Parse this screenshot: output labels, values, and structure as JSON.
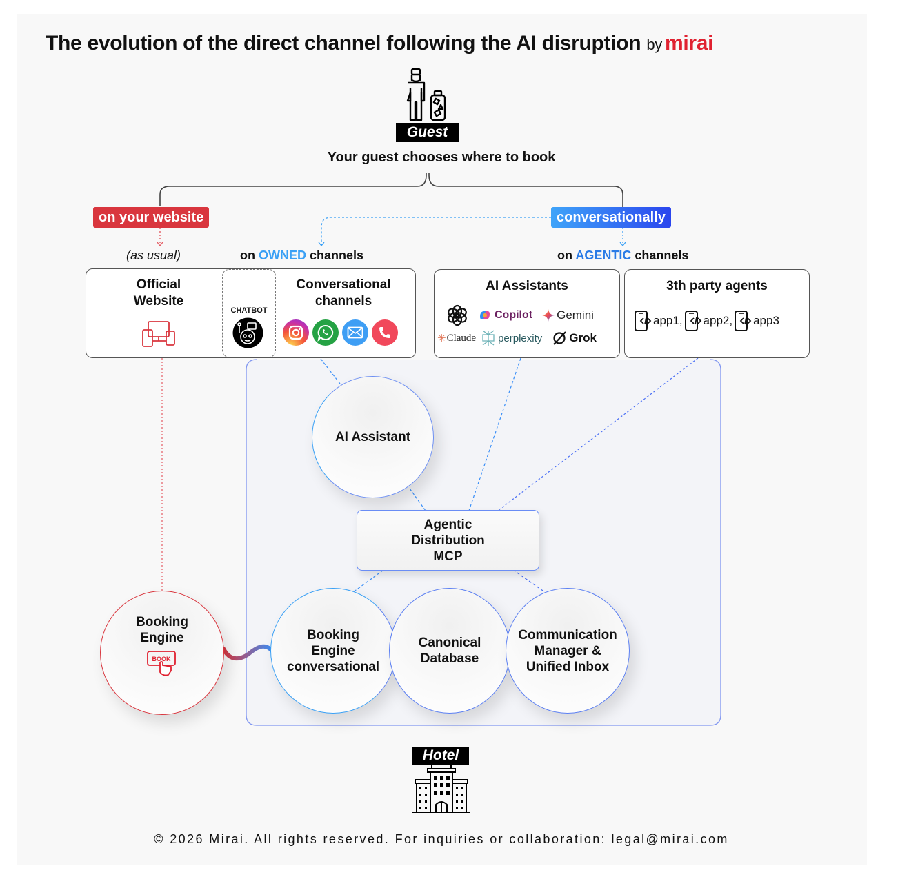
{
  "title": {
    "main": "The evolution of the direct channel following the AI disruption",
    "by": "by",
    "brand": "mirai",
    "brand_color": "#e02130"
  },
  "guest": {
    "tag": "Guest",
    "subtitle": "Your guest chooses where to book"
  },
  "branches": {
    "website_pill": "on your website",
    "website_color": "#d9363e",
    "conversational_pill": "conversationally",
    "conversational_gradient": [
      "#3fa4f9",
      "#2b46ee"
    ],
    "as_usual": "(as usual)",
    "owned_prefix": "on",
    "owned_highlight": "OWNED",
    "owned_suffix": "channels",
    "agentic_prefix": "on",
    "agentic_highlight": "AGENTIC",
    "agentic_suffix": "channels"
  },
  "channels": {
    "official_website": {
      "line1": "Official",
      "line2": "Website",
      "icon": "devices-icon"
    },
    "chatbot": {
      "label": "CHATBOT",
      "icon": "robot-icon"
    },
    "conversational": {
      "line1": "Conversational",
      "line2": "channels",
      "icons": [
        "instagram-icon",
        "whatsapp-icon",
        "email-icon",
        "phone-icon"
      ]
    },
    "ai_assistants": {
      "title": "AI Assistants",
      "logos": [
        {
          "name": "ChatGPT",
          "label": "",
          "icon": "openai-icon"
        },
        {
          "name": "Copilot",
          "label": "Copilot",
          "icon": "copilot-icon"
        },
        {
          "name": "Gemini",
          "label": "Gemini",
          "icon": "gemini-icon"
        },
        {
          "name": "Claude",
          "label": "Claude",
          "icon": "claude-icon"
        },
        {
          "name": "Perplexity",
          "label": "perplexity",
          "icon": "perplexity-icon"
        },
        {
          "name": "Grok",
          "label": "Grok",
          "icon": "grok-icon"
        }
      ]
    },
    "third_party": {
      "title": "3th party agents",
      "apps": [
        "app1,",
        "app2,",
        "app3"
      ]
    }
  },
  "nodes": {
    "ai_assistant": "AI Assistant",
    "mcp": {
      "line1": "Agentic",
      "line2": "Distribution",
      "line3": "MCP"
    },
    "booking_engine": {
      "line1": "Booking",
      "line2": "Engine",
      "icon_label": "BOOK"
    },
    "booking_engine_conv": {
      "line1": "Booking",
      "line2": "Engine",
      "line3": "conversational"
    },
    "canonical_db": {
      "line1": "Canonical",
      "line2": "Database"
    },
    "communication": {
      "line1": "Communication",
      "line2": "Manager &",
      "line3": "Unified Inbox"
    }
  },
  "hotel": {
    "tag": "Hotel"
  },
  "footer": "© 2026 Mirai. All rights reserved. For inquiries or collaboration: legal@mirai.com"
}
